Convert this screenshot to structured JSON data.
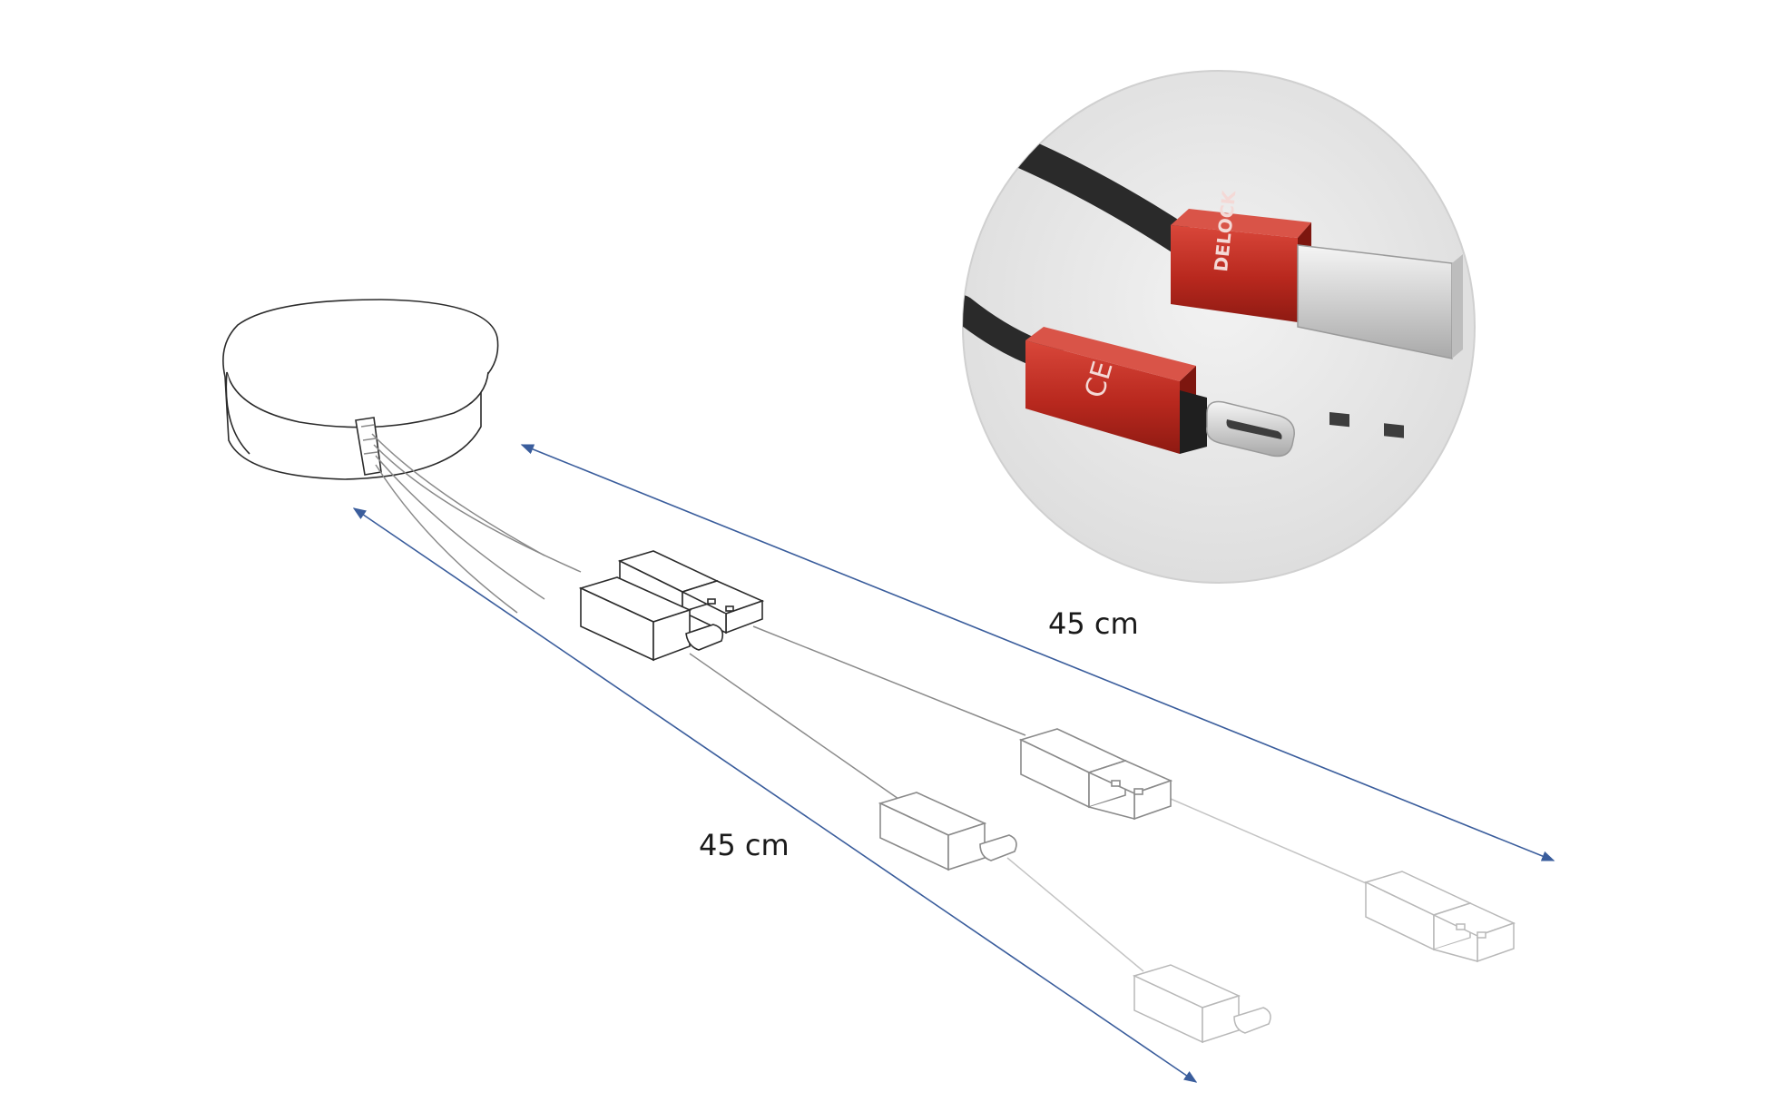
{
  "labels": {
    "length_upper": "45 cm",
    "length_lower": "45 cm"
  },
  "photo_logo_text": "DELOCK",
  "photo_mark_text": "CE",
  "colors": {
    "dimension_arrow": "#3a5d9c",
    "connector_housing": "#c0392b",
    "cable": "#2a2a2a",
    "inset_background": "#e6e6e6"
  },
  "icons": [
    "retractable-reel-icon",
    "usb-a-plug-icon",
    "usb-c-plug-icon",
    "dimension-arrow-icon"
  ]
}
